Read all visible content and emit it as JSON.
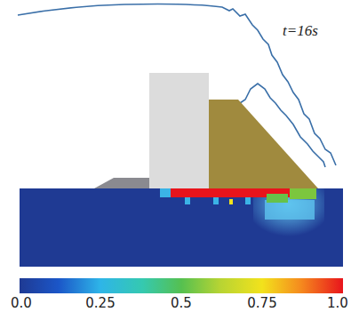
{
  "diagram": {
    "labels": [
      "t=16s",
      "0.0",
      "0.25",
      "0.5",
      "0.75",
      "1.0"
    ]
  }
}
